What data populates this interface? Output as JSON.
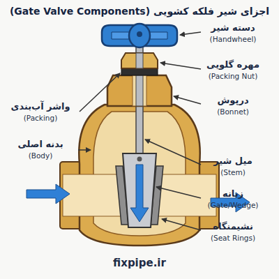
{
  "diagram": {
    "title": "اجزای شیر فلکه کشویی (Gate Valve Components)",
    "labels": [
      "دسته شیر",
      "(Handwheel)",
      "مهره گلویی",
      "(Packing Nut)",
      "درپوش",
      "(Bonnet)",
      "واشر آب‌بندی",
      "(Packing)",
      "بدنه اصلی",
      "(Body)",
      "میل شیر",
      "(Stem)",
      "زبانه",
      "(Gate/Wedge)",
      "نشیمنگاه",
      "(Seat Rings)",
      "fixpipe.ir"
    ]
  }
}
